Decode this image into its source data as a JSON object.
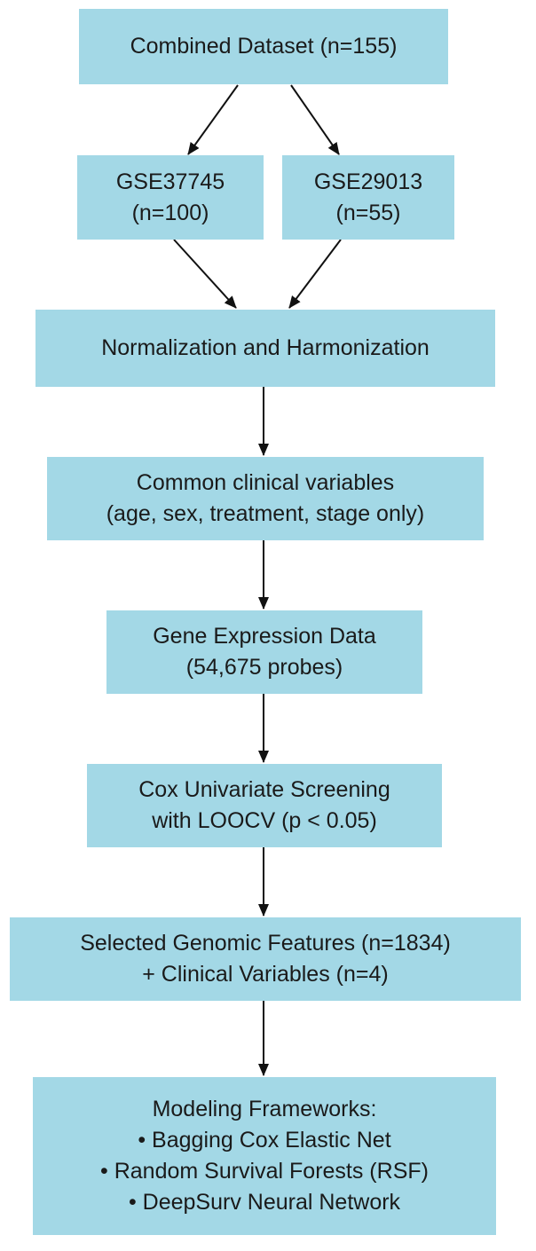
{
  "nodes": {
    "combined": {
      "lines": [
        "Combined Dataset (n=155)"
      ]
    },
    "gse37745": {
      "lines": [
        "GSE37745",
        "(n=100)"
      ]
    },
    "gse29013": {
      "lines": [
        "GSE29013",
        "(n=55)"
      ]
    },
    "normalization": {
      "lines": [
        "Normalization and Harmonization"
      ]
    },
    "clinical": {
      "lines": [
        "Common clinical variables",
        "(age, sex, treatment, stage only)"
      ]
    },
    "expression": {
      "lines": [
        "Gene Expression Data",
        "(54,675 probes)"
      ]
    },
    "screening": {
      "lines": [
        "Cox Univariate Screening",
        "with LOOCV (p < 0.05)"
      ]
    },
    "selected": {
      "lines": [
        "Selected Genomic Features (n=1834)",
        "+ Clinical Variables (n=4)"
      ]
    },
    "modeling": {
      "lines": [
        "Modeling Frameworks:",
        "• Bagging Cox Elastic Net",
        "• Random Survival Forests (RSF)",
        "• DeepSurv Neural Network"
      ]
    }
  },
  "edges": [
    {
      "from": "combined",
      "to": "gse37745"
    },
    {
      "from": "combined",
      "to": "gse29013"
    },
    {
      "from": "gse37745",
      "to": "normalization"
    },
    {
      "from": "gse29013",
      "to": "normalization"
    },
    {
      "from": "normalization",
      "to": "clinical"
    },
    {
      "from": "clinical",
      "to": "expression"
    },
    {
      "from": "expression",
      "to": "screening"
    },
    {
      "from": "screening",
      "to": "selected"
    },
    {
      "from": "selected",
      "to": "modeling"
    }
  ],
  "colors": {
    "node_fill": "#a3d8e6",
    "edge": "#111111",
    "text": "#1a1a1a"
  }
}
